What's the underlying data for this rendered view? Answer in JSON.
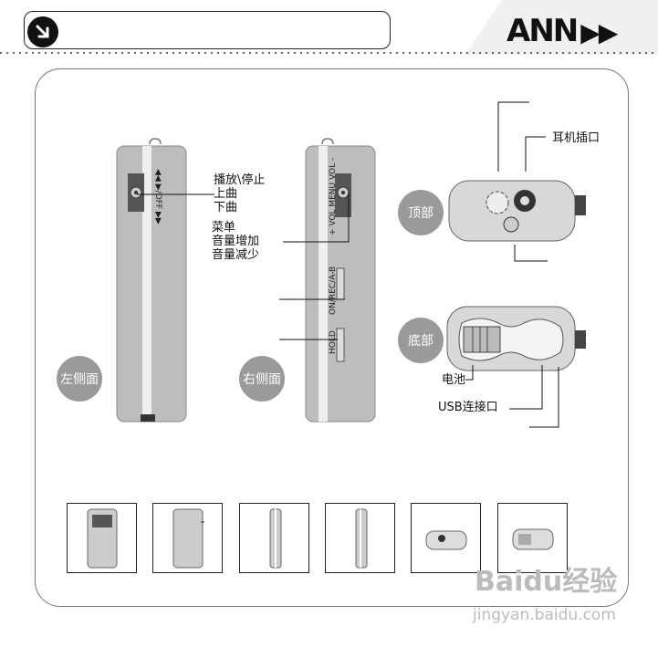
{
  "header": {
    "logo_text": "ANN"
  },
  "left_side": {
    "label": "左侧面",
    "device_text": "◀◀  ▶/OFF  ▶▶",
    "callout_lines": [
      "播放\\停止",
      "上曲",
      "下曲"
    ]
  },
  "right_side": {
    "label": "右侧面",
    "device_text_top": "+ VOL  MENU  VOL -",
    "device_text_mid": "ON/REC/A-B",
    "device_text_hold": "HOLD",
    "callout_lines": [
      "菜单",
      "音量增加",
      "音量减少"
    ]
  },
  "top_view": {
    "label": "顶部",
    "earphone_label": "耳机插口"
  },
  "bottom_view": {
    "label": "底部",
    "battery_label": "电池",
    "usb_label": "USB连接口"
  },
  "thumbnails": [
    {
      "name": "front"
    },
    {
      "name": "back"
    },
    {
      "name": "left-side"
    },
    {
      "name": "right-side"
    },
    {
      "name": "top"
    },
    {
      "name": "bottom"
    }
  ],
  "watermark": {
    "brand": "Baidu经验",
    "url": "jingyan.baidu.com"
  }
}
